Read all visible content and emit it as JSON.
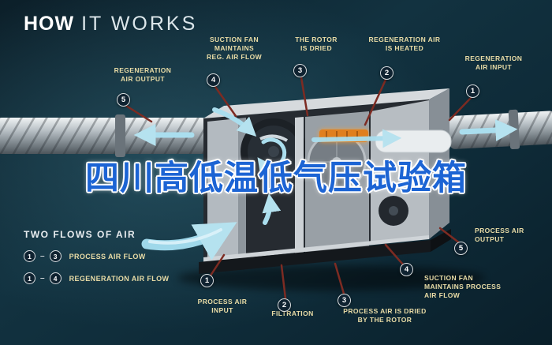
{
  "title": {
    "word1": "HOW",
    "word2": "IT WORKS"
  },
  "watermark": {
    "text": "四川高低温低气压试验箱"
  },
  "legend": {
    "title": "TWO FLOWS OF AIR",
    "rows": [
      {
        "start": "1",
        "dash": "–",
        "end": "3",
        "label": "PROCESS AIR FLOW"
      },
      {
        "start": "1",
        "dash": "–",
        "end": "4",
        "label": "REGENERATION AIR FLOW"
      }
    ]
  },
  "callouts": {
    "reg_air_output": {
      "num": "5",
      "label": "REGENERATION\nAIR OUTPUT"
    },
    "suction_fan_reg": {
      "num": "4",
      "label": "SUCTION FAN\nMAINTAINS\nREG. AIR FLOW"
    },
    "rotor_dried": {
      "num": "3",
      "label": "THE ROTOR\nIS DRIED"
    },
    "reg_air_heated": {
      "num": "2",
      "label": "REGENERATION AIR\nIS HEATED"
    },
    "reg_air_input": {
      "num": "1",
      "label": "REGENERATION\nAIR INPUT"
    },
    "process_air_output": {
      "num": "5",
      "label": "PROCESS AIR\nOUTPUT"
    },
    "suction_fan_process": {
      "num": "4",
      "label": "SUCTION FAN\nMAINTAINS PROCESS\nAIR FLOW"
    },
    "process_air_dried": {
      "num": "3",
      "label": "PROCESS AIR IS DRIED\nBY THE ROTOR"
    },
    "filtration": {
      "num": "2",
      "label": "FILTRATION"
    },
    "process_air_input": {
      "num": "1",
      "label": "PROCESS AIR\nINPUT"
    }
  },
  "colors": {
    "background": "#0e2a37",
    "label_text": "#e9dca6",
    "leader_line": "#7d2b22",
    "circle_fill": "#0f2230",
    "watermark_blue": "#1c64d4",
    "airflow_cyan": "#aadeee",
    "heater_orange": "#e07f1e"
  }
}
